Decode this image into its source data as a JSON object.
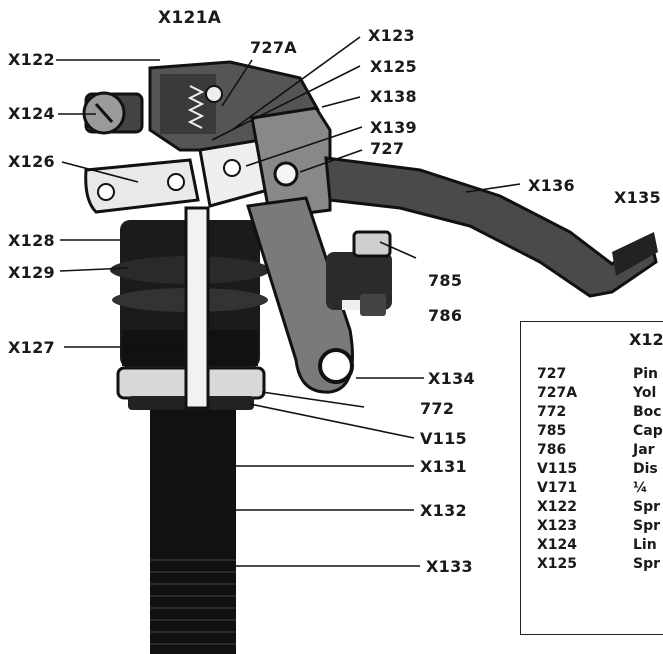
{
  "diagram": {
    "title": "X121A",
    "labels": {
      "x122": "X122",
      "x727a": "727A",
      "x123": "X123",
      "x125": "X125",
      "x124": "X124",
      "x138": "X138",
      "x139": "X139",
      "x126": "X126",
      "x727": "727",
      "x136": "X136",
      "x135": "X135",
      "x128": "X128",
      "x785": "785",
      "x129": "X129",
      "x786": "786",
      "x127": "X127",
      "x134": "X134",
      "x772": "772",
      "v115": "V115",
      "x131": "X131",
      "x132": "X132",
      "x133": "X133"
    }
  },
  "legend": {
    "title": "X12",
    "items": [
      {
        "code": "727",
        "desc": "Pin"
      },
      {
        "code": "727A",
        "desc": "Yol"
      },
      {
        "code": "772",
        "desc": "Boc"
      },
      {
        "code": "785",
        "desc": "Cap"
      },
      {
        "code": "786",
        "desc": "Jar"
      },
      {
        "code": "V115",
        "desc": "Dis"
      },
      {
        "code": "V171",
        "desc": "¼"
      },
      {
        "code": "X122",
        "desc": "Spr"
      },
      {
        "code": "X123",
        "desc": "Spr"
      },
      {
        "code": "X124",
        "desc": "Lin"
      },
      {
        "code": "X125",
        "desc": "Spr"
      }
    ]
  }
}
